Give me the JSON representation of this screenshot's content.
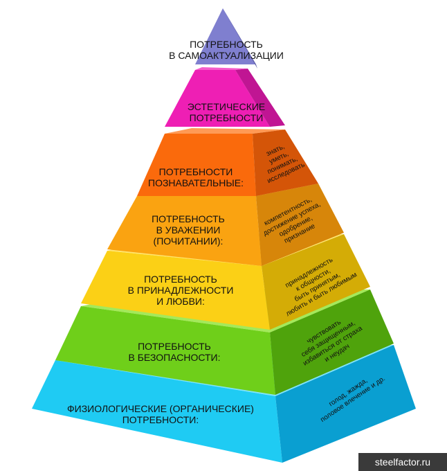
{
  "pyramid": {
    "levels": [
      {
        "id": "self-actualization",
        "label": [
          "ПОТРЕБНОСТЬ",
          "В САМОАКТУАЛИЗАЦИИ"
        ],
        "details": [],
        "colors": {
          "front": "#7f7fcf",
          "side": "#5e5ea8",
          "top": "#9c9ce0"
        }
      },
      {
        "id": "aesthetic",
        "label": [
          "ЭСТЕТИЧЕСКИЕ",
          "ПОТРЕБНОСТИ"
        ],
        "details": [],
        "colors": {
          "front": "#ee1fb4",
          "side": "#c01593",
          "top": "#f55ccb"
        }
      },
      {
        "id": "cognitive",
        "label": [
          "ПОТРЕБНОСТИ",
          "ПОЗНАВАТЕЛЬНЫЕ:"
        ],
        "details": [
          "знать,",
          "уметь,",
          "понимать,",
          "исследовать"
        ],
        "colors": {
          "front": "#fa6a0c",
          "side": "#d45508",
          "top": "#ff9a55"
        }
      },
      {
        "id": "esteem",
        "label": [
          "ПОТРЕБНОСТЬ",
          "В УВАЖЕНИИ",
          "(ПОЧИТАНИИ):"
        ],
        "details": [
          "компетентность,",
          "достижение успеха,",
          "одобрение,",
          "признание"
        ],
        "colors": {
          "front": "#faa311",
          "side": "#d7860a",
          "top": "#ffc861"
        }
      },
      {
        "id": "belonging",
        "label": [
          "ПОТРЕБНОСТЬ",
          "В ПРИНАДЛЕЖНОСТИ",
          "И ЛЮБВИ:"
        ],
        "details": [
          "принадлежность",
          "к общности,",
          "быть принятым,",
          "любить и быть любимым"
        ],
        "colors": {
          "front": "#fbd016",
          "side": "#d4ac06",
          "top": "#ffe570"
        }
      },
      {
        "id": "safety",
        "label": [
          "ПОТРЕБНОСТЬ",
          "В БЕЗОПАСНОСТИ:"
        ],
        "details": [
          "чувствовать",
          "себя защищенным,",
          "избавиться от страха",
          "и неудач"
        ],
        "colors": {
          "front": "#6fcf1a",
          "side": "#4fa30c",
          "top": "#a4e95a"
        }
      },
      {
        "id": "physiological",
        "label": [
          "ФИЗИОЛОГИЧЕСКИЕ (ОРГАНИЧЕСКИЕ)",
          "ПОТРЕБНОСТИ:"
        ],
        "details": [
          "голод, жажда,",
          "половое влечение и др."
        ],
        "colors": {
          "front": "#1fcbf3",
          "side": "#0a9fd1",
          "top": "#7fe4fb"
        }
      }
    ]
  },
  "watermark": {
    "text": "steelfactor.ru"
  }
}
